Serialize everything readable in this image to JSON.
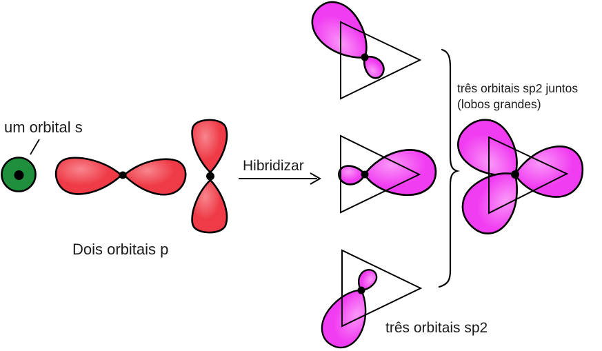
{
  "diagram": {
    "labels": {
      "s_orbital": "um orbital s",
      "p_orbitals": "Dois orbitais p",
      "hybridize": "Hibridizar",
      "sp2_joined_line1": "três orbitais sp2 juntos",
      "sp2_joined_line2": "(lobos grandes)",
      "sp2_three": "três orbitais sp2"
    },
    "colors": {
      "s_orbital_green": "#1f8e3d",
      "p_orbital_red": "#ee3b47",
      "p_orbital_red_highlight": "#f8858d",
      "sp2_magenta": "#f13df1",
      "sp2_magenta_highlight": "#fa97f8",
      "outline": "#000000",
      "text": "#1a1a1a",
      "background": "#ffffff"
    }
  }
}
